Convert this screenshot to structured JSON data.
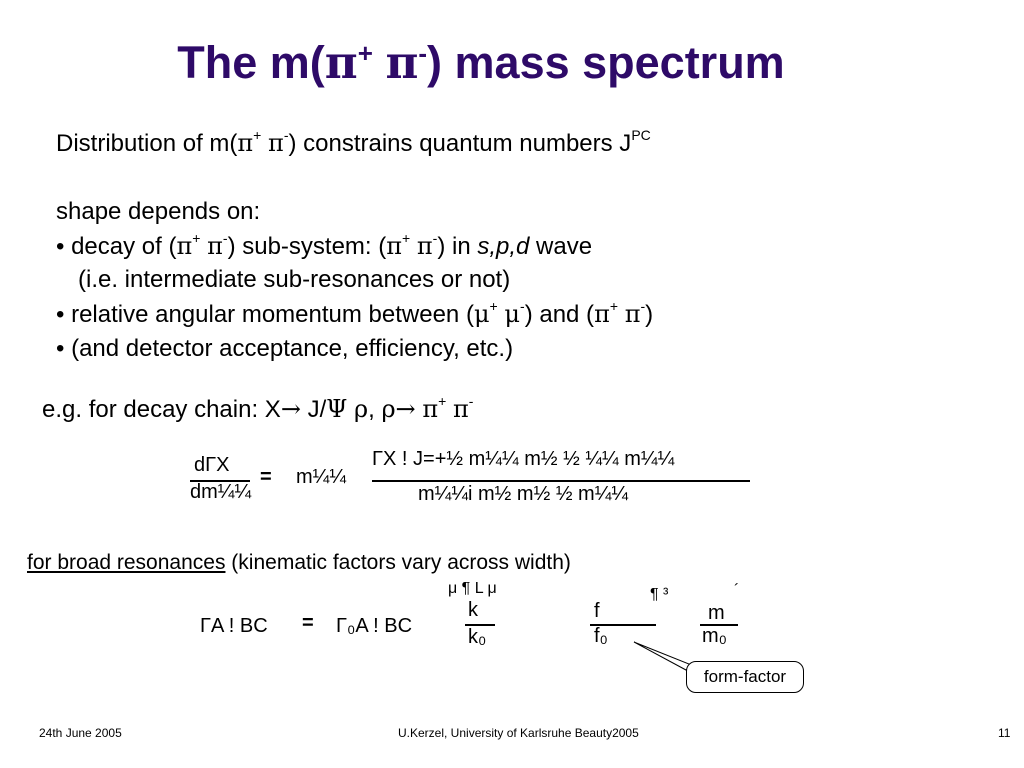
{
  "title": {
    "prefix": "The m(",
    "pi1": "π",
    "plus": "+",
    "pi2": "π",
    "minus": "-",
    "suffix": ") mass spectrum"
  },
  "body": {
    "line1_a": "Distribution of m(",
    "line1_pi1": "π",
    "line1_plus": "+",
    "line1_pi2": "π",
    "line1_minus": "-",
    "line1_b": ") constrains quantum numbers J",
    "line1_sup": "PC",
    "shape": "shape depends on:",
    "bullet1_a": "• decay of (",
    "bullet1_pi1": "π",
    "bullet1_p1": "+",
    "bullet1_pi2": "π",
    "bullet1_m1": "-",
    "bullet1_b": ") sub-system: (",
    "bullet1_pi3": "π",
    "bullet1_p2": "+",
    "bullet1_pi4": "π",
    "bullet1_m2": "-",
    "bullet1_c": ") in ",
    "bullet1_spd": "s,p,d",
    "bullet1_d": " wave",
    "bullet1_sub": "(i.e. intermediate sub-resonances or not)",
    "bullet2_a": "• relative angular momentum between (",
    "bullet2_mu1": "μ",
    "bullet2_p1": "+",
    "bullet2_mu2": "μ",
    "bullet2_m1": "-",
    "bullet2_b": ") and (",
    "bullet2_pi1": "π",
    "bullet2_p2": "+",
    "bullet2_pi2": "π",
    "bullet2_m2": "-",
    "bullet2_c": ")",
    "bullet3": "• (and detector acceptance, efficiency, etc.)",
    "chain_a": "e.g. for decay chain: X",
    "chain_arrow1": "→",
    "chain_b": " J/",
    "chain_psi": "Ψ",
    "chain_c": " ",
    "chain_rho1": "ρ",
    "chain_d": ", ",
    "chain_rho2": "ρ",
    "chain_arrow2": "→",
    "chain_e": " ",
    "chain_pi1": "π",
    "chain_plus": "+",
    "chain_pi2": "π",
    "chain_minus": "-"
  },
  "equation1": {
    "lhs_num": "dΓX",
    "lhs_den": "dm¼¼",
    "equals": "=",
    "mid": "m¼¼",
    "rhs_num": "ΓX ! J=+½  m¼¼   m½ ½   ¼¼  m¼¼",
    "rhs_den": "m¼¼i  m½   m½ ½ m¼¼"
  },
  "broad": {
    "underlined": "for broad resonances",
    "rest": " (kinematic factors vary across width)"
  },
  "equation2": {
    "lhs": "ΓA ! BC",
    "equals": "=",
    "rhs": "Γ₀A ! BC",
    "top_sym": "μ  ¶ L   μ",
    "frac1_num": "k",
    "frac1_den": "k₀",
    "top_sym2": "¶ ³",
    "frac2_num": "f",
    "frac2_den": "f₀",
    "acute": "´",
    "frac3_num": "m",
    "frac3_den": "m₀",
    "formfactor": "form-factor"
  },
  "footer": {
    "date": "24th June 2005",
    "author": "U.Kerzel, University of Karlsruhe Beauty2005",
    "page": "11"
  }
}
